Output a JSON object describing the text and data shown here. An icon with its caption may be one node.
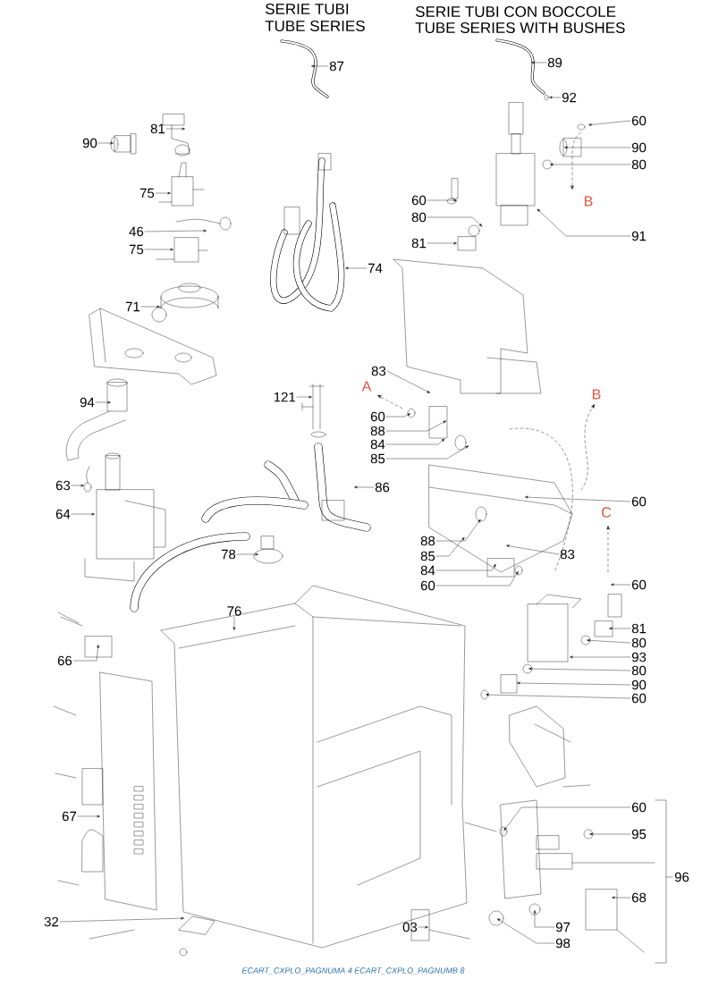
{
  "diagram": {
    "nodes": [
      {
        "text": [
          "87"
        ]
      },
      {
        "text": [
          "89"
        ]
      },
      {
        "text": [
          "92"
        ]
      },
      {
        "text": [
          "90"
        ]
      },
      {
        "text": [
          "81"
        ]
      },
      {
        "text": [
          "60"
        ]
      },
      {
        "text": [
          "90"
        ]
      },
      {
        "text": [
          "80"
        ]
      },
      {
        "text": [
          "75"
        ]
      },
      {
        "text": [
          "60"
        ]
      },
      {
        "text": [
          "80"
        ]
      },
      {
        "text": [
          "91"
        ]
      },
      {
        "text": [
          "46"
        ]
      },
      {
        "text": [
          "81"
        ]
      },
      {
        "text": [
          "75"
        ]
      },
      {
        "text": [
          "74"
        ]
      },
      {
        "text": [
          "71"
        ]
      },
      {
        "text": [
          "83"
        ]
      },
      {
        "text": [
          "121"
        ]
      },
      {
        "text": [
          "60"
        ]
      },
      {
        "text": [
          "88"
        ]
      },
      {
        "text": [
          "94"
        ]
      },
      {
        "text": [
          "84"
        ]
      },
      {
        "text": [
          "85"
        ]
      },
      {
        "text": [
          "86"
        ]
      },
      {
        "text": [
          "60"
        ]
      },
      {
        "text": [
          "63"
        ]
      },
      {
        "text": [
          "64"
        ]
      },
      {
        "text": [
          "88"
        ]
      },
      {
        "text": [
          "85"
        ]
      },
      {
        "text": [
          "84"
        ]
      },
      {
        "text": [
          "83"
        ]
      },
      {
        "text": [
          "78"
        ]
      },
      {
        "text": [
          "60"
        ]
      },
      {
        "text": [
          "60"
        ]
      },
      {
        "text": [
          "76"
        ]
      },
      {
        "text": [
          "81"
        ]
      },
      {
        "text": [
          "80"
        ]
      },
      {
        "text": [
          "93"
        ]
      },
      {
        "text": [
          "66"
        ]
      },
      {
        "text": [
          "80"
        ]
      },
      {
        "text": [
          "90"
        ]
      },
      {
        "text": [
          "60"
        ]
      },
      {
        "text": [
          "67"
        ]
      },
      {
        "text": [
          "60"
        ]
      },
      {
        "text": [
          "95"
        ]
      },
      {
        "text": [
          "68"
        ]
      },
      {
        "text": [
          "32"
        ]
      },
      {
        "text": [
          "03"
        ]
      },
      {
        "text": [
          "97"
        ]
      },
      {
        "text": [
          "98"
        ]
      }
    ],
    "edges": [
      {
        "from": 0,
        "to": null,
        "arrow": "to"
      },
      {
        "from": 1,
        "to": null,
        "arrow": "to"
      },
      {
        "from": 2,
        "to": null,
        "arrow": "to"
      },
      {
        "from": 3,
        "to": null,
        "arrow": "to"
      },
      {
        "from": 4,
        "to": null,
        "arrow": "to"
      },
      {
        "from": 5,
        "to": null,
        "arrow": "to"
      },
      {
        "from": 6,
        "to": null,
        "arrow": "to"
      },
      {
        "from": 7,
        "to": null,
        "arrow": "to"
      },
      {
        "from": 8,
        "to": null,
        "arrow": "to"
      },
      {
        "from": 9,
        "to": null,
        "arrow": "to"
      },
      {
        "from": 10,
        "to": null,
        "arrow": "to"
      },
      {
        "from": 11,
        "to": null,
        "arrow": "to"
      },
      {
        "from": 12,
        "to": null,
        "arrow": "to"
      },
      {
        "from": 13,
        "to": null,
        "arrow": "to"
      },
      {
        "from": 14,
        "to": null,
        "arrow": "to"
      },
      {
        "from": 15,
        "to": null,
        "arrow": "to"
      },
      {
        "from": 16,
        "to": null,
        "arrow": "to"
      },
      {
        "from": 17,
        "to": null,
        "arrow": "to"
      },
      {
        "from": 18,
        "to": null,
        "arrow": "to"
      },
      {
        "from": 19,
        "to": null,
        "arrow": "to"
      },
      {
        "from": 20,
        "to": null,
        "arrow": "to"
      },
      {
        "from": 21,
        "to": null,
        "arrow": "to"
      },
      {
        "from": 22,
        "to": null,
        "arrow": "to"
      },
      {
        "from": 23,
        "to": null,
        "arrow": "to"
      },
      {
        "from": 24,
        "to": null,
        "arrow": "to"
      },
      {
        "from": 25,
        "to": null,
        "arrow": "to"
      },
      {
        "from": 26,
        "to": null,
        "arrow": "to"
      },
      {
        "from": 27,
        "to": null,
        "arrow": "to"
      },
      {
        "from": 28,
        "to": null,
        "arrow": "to"
      },
      {
        "from": 29,
        "to": null,
        "arrow": "to"
      },
      {
        "from": 30,
        "to": null,
        "arrow": "to"
      },
      {
        "from": 31,
        "to": null,
        "arrow": "to"
      },
      {
        "from": 32,
        "to": null,
        "arrow": "to"
      },
      {
        "from": 33,
        "to": null,
        "arrow": "to"
      },
      {
        "from": 34,
        "to": null,
        "arrow": "to"
      },
      {
        "from": 35,
        "to": null,
        "arrow": "to"
      },
      {
        "from": 36,
        "to": null,
        "arrow": "to"
      },
      {
        "from": 37,
        "to": null,
        "arrow": "to"
      },
      {
        "from": 38,
        "to": null,
        "arrow": "to"
      },
      {
        "from": 39,
        "to": null,
        "arrow": "to"
      },
      {
        "from": 40,
        "to": null,
        "arrow": "to"
      },
      {
        "from": 41,
        "to": null,
        "arrow": "to"
      },
      {
        "from": 42,
        "to": null,
        "arrow": "to"
      },
      {
        "from": 43,
        "to": null,
        "arrow": "to"
      },
      {
        "from": 44,
        "to": null,
        "arrow": "to"
      },
      {
        "from": 45,
        "to": null,
        "arrow": "to"
      },
      {
        "from": 46,
        "to": null,
        "arrow": "to"
      },
      {
        "from": 47,
        "to": null,
        "arrow": "to"
      },
      {
        "from": 48,
        "to": null,
        "arrow": "to"
      },
      {
        "from": 49,
        "to": null,
        "arrow": "to"
      },
      {
        "from": 50,
        "to": null,
        "arrow": "to"
      }
    ],
    "labels": [
      "SERIE TUBI",
      "TUBE SERIES",
      "SERIE TUBI CON BOCCOLE",
      "TUBE SERIES WITH BUSHES",
      "B",
      "A",
      "B",
      "C",
      "96",
      "ECART_CXPLO_PAGNUMA 4 ECART_CXPLO_PAGNUMB 8"
    ]
  }
}
